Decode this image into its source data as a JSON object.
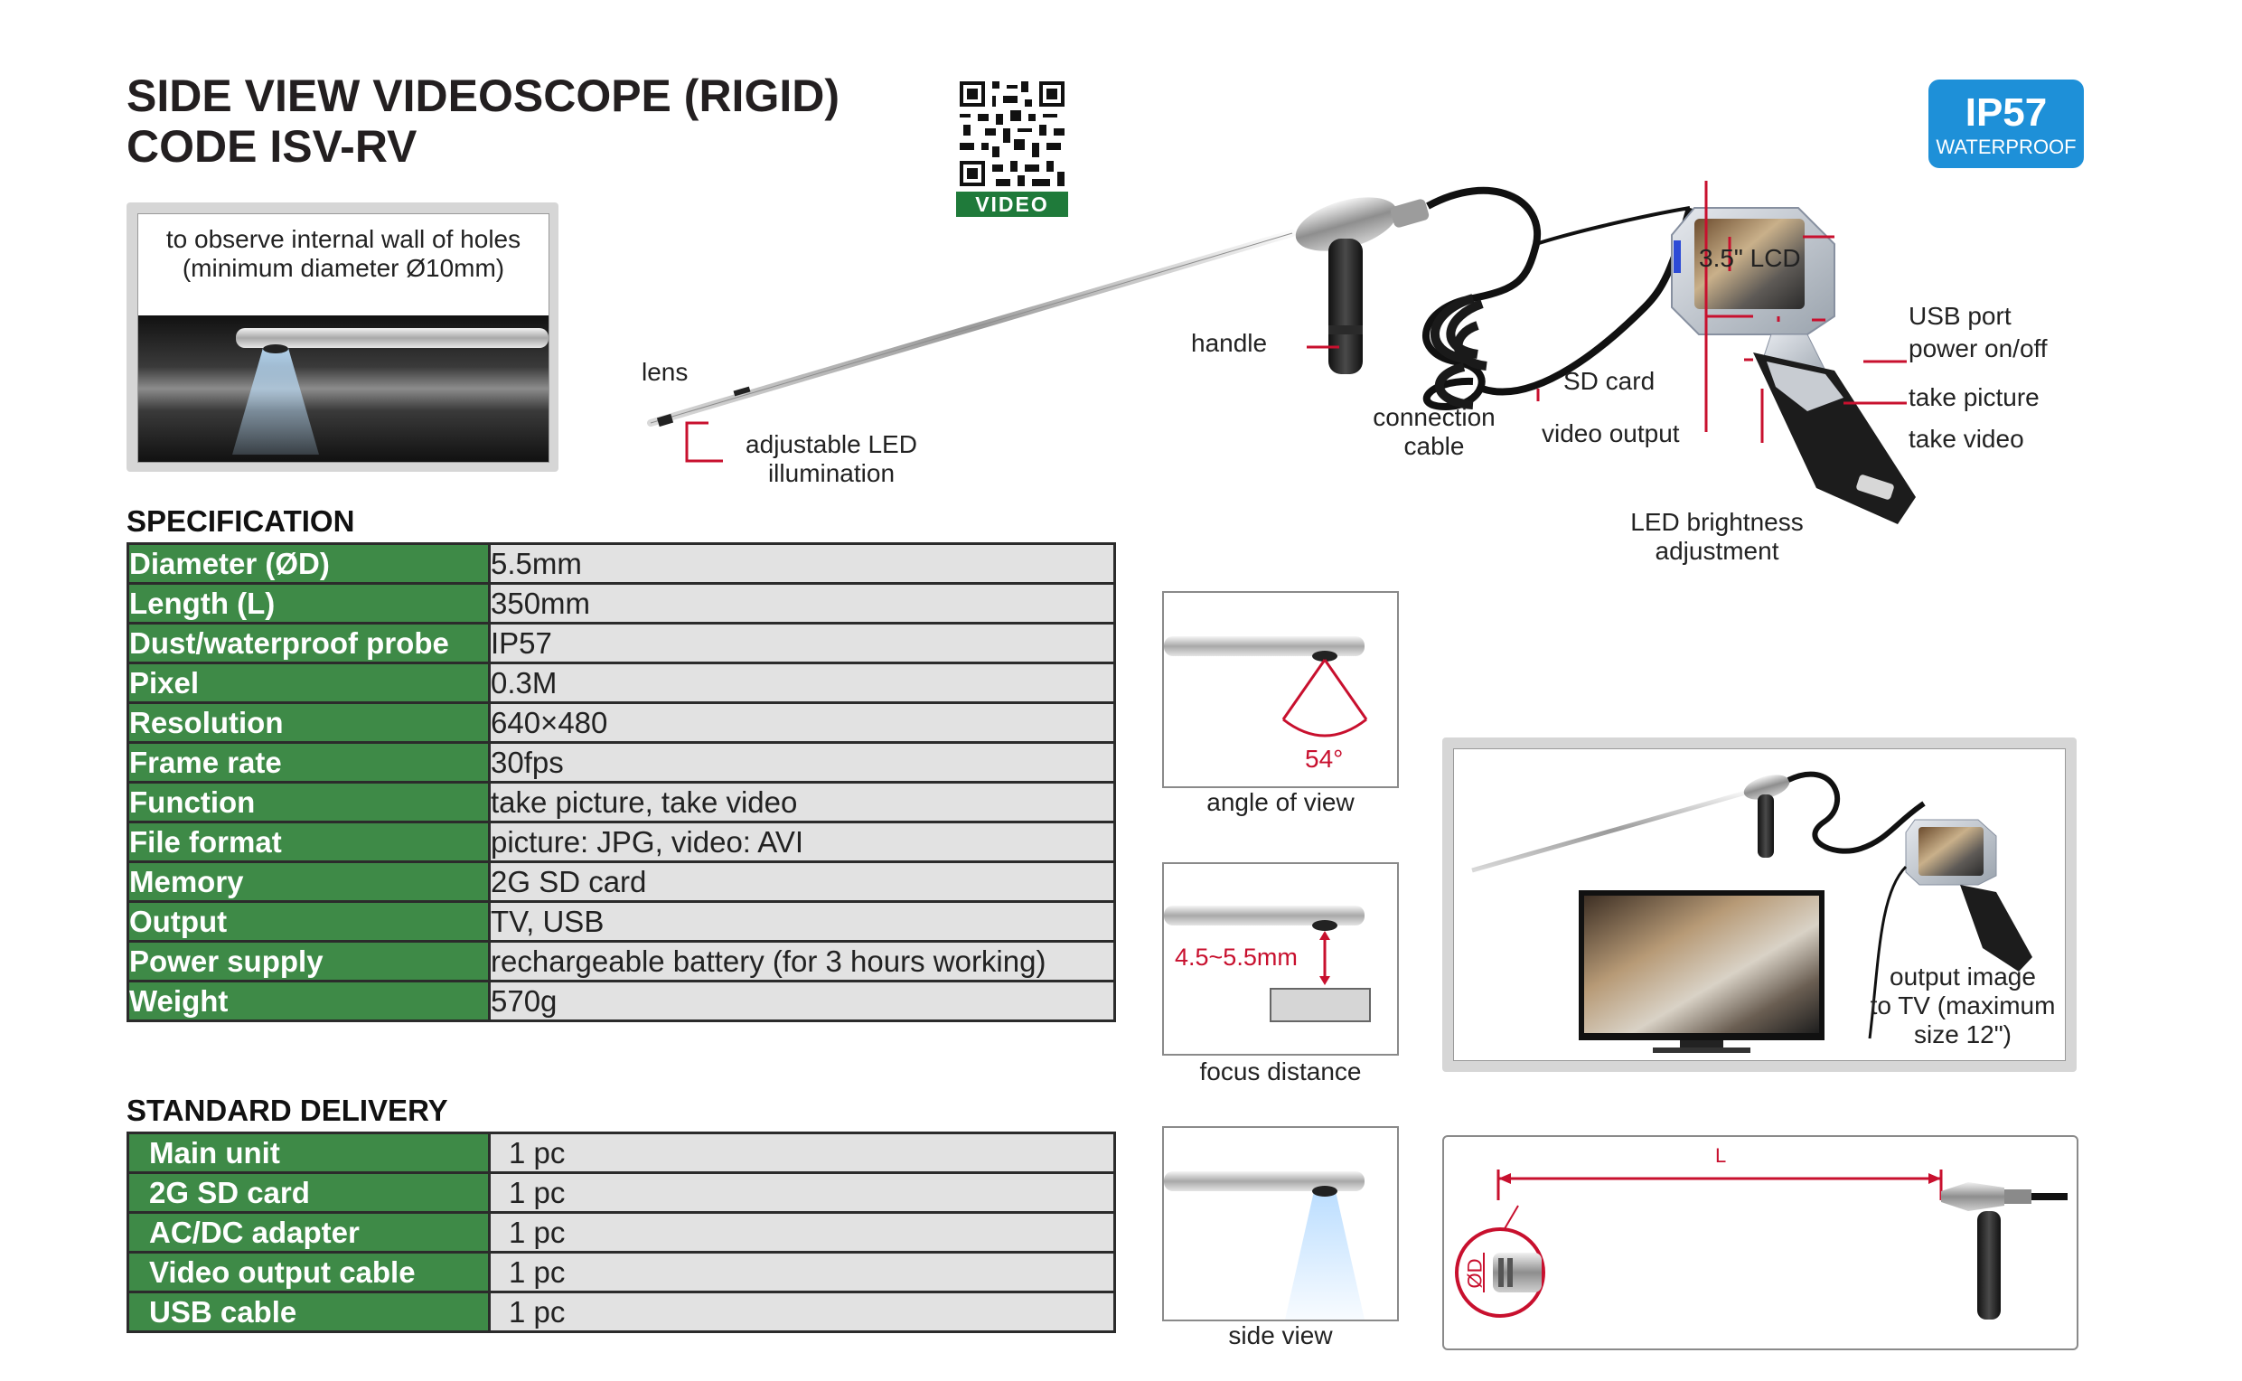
{
  "header": {
    "title_line1": "SIDE VIEW VIDEOSCOPE (RIGID)",
    "title_line2": "CODE ISV-RV",
    "qr_label": "VIDEO",
    "badge_main": "IP57",
    "badge_sub": "WATERPROOF"
  },
  "intro": {
    "line1": "to observe internal wall of holes",
    "line2": "(minimum diameter Ø10mm)"
  },
  "product_labels": {
    "lens": "lens",
    "led_line1": "adjustable LED",
    "led_line2": "illumination",
    "handle": "handle",
    "cable_line1": "connection",
    "cable_line2": "cable",
    "lcd": "3.5\" LCD",
    "usb": "USB port",
    "power": "power on/off",
    "sd": "SD card",
    "picture": "take picture",
    "video_out": "video output",
    "take_video": "take video",
    "brightness_line1": "LED brightness",
    "brightness_line2": "adjustment"
  },
  "specification": {
    "title": "SPECIFICATION",
    "rows": [
      {
        "key": "Diameter (ØD)",
        "value": "5.5mm"
      },
      {
        "key": "Length (L)",
        "value": "350mm"
      },
      {
        "key": "Dust/waterproof probe",
        "value": "IP57"
      },
      {
        "key": "Pixel",
        "value": "0.3M"
      },
      {
        "key": "Resolution",
        "value": "640×480"
      },
      {
        "key": "Frame rate",
        "value": "30fps"
      },
      {
        "key": "Function",
        "value": "take picture, take video"
      },
      {
        "key": "File format",
        "value": "picture: JPG, video: AVI"
      },
      {
        "key": "Memory",
        "value": "2G SD card"
      },
      {
        "key": "Output",
        "value": "TV, USB"
      },
      {
        "key": "Power supply",
        "value": "rechargeable battery (for 3 hours working)"
      },
      {
        "key": "Weight",
        "value": "570g"
      }
    ]
  },
  "delivery": {
    "title": "STANDARD DELIVERY",
    "rows": [
      {
        "key": "Main unit",
        "value": "1 pc"
      },
      {
        "key": "2G SD card",
        "value": "1 pc"
      },
      {
        "key": "AC/DC adapter",
        "value": "1 pc"
      },
      {
        "key": "Video output cable",
        "value": "1 pc"
      },
      {
        "key": "USB cable",
        "value": "1 pc"
      }
    ]
  },
  "detail_panels": {
    "angle_value": "54°",
    "angle_caption": "angle of view",
    "focus_value": "4.5~5.5mm",
    "focus_caption": "focus distance",
    "side_caption": "side view"
  },
  "tv_panel": {
    "line1": "output image",
    "line2": "to TV (maximum",
    "line3": "size 12\")"
  },
  "dimension_panel": {
    "length_label": "L",
    "diameter_label": "ØD"
  },
  "colors": {
    "spec_key_green": "#3e8a47",
    "spec_value_gray": "#e2e2e2",
    "accent_red": "#c8102e",
    "badge_blue": "#1e90d8",
    "qr_green": "#1f7a3a"
  }
}
